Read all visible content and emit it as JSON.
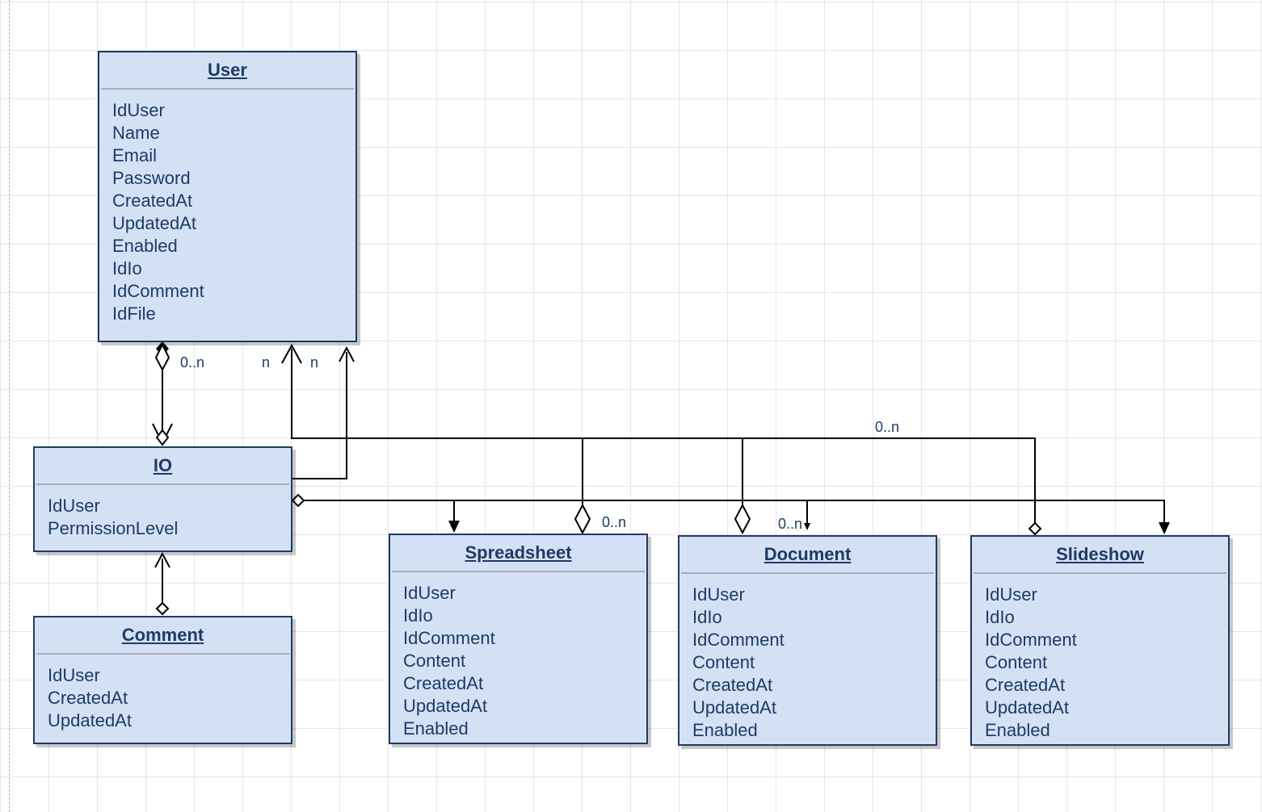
{
  "classes": {
    "user": {
      "name": "User",
      "attributes": [
        "IdUser",
        "Name",
        "Email",
        "Password",
        "CreatedAt",
        "UpdatedAt",
        "Enabled",
        "IdIo",
        "IdComment",
        "IdFile"
      ]
    },
    "io": {
      "name": "IO",
      "attributes": [
        "IdUser",
        "PermissionLevel"
      ]
    },
    "comment": {
      "name": "Comment",
      "attributes": [
        "IdUser",
        "CreatedAt",
        "UpdatedAt"
      ]
    },
    "spreadsheet": {
      "name": "Spreadsheet",
      "attributes": [
        "IdUser",
        "IdIo",
        "IdComment",
        "Content",
        "CreatedAt",
        "UpdatedAt",
        "Enabled"
      ]
    },
    "document": {
      "name": "Document",
      "attributes": [
        "IdUser",
        "IdIo",
        "IdComment",
        "Content",
        "CreatedAt",
        "UpdatedAt",
        "Enabled"
      ]
    },
    "slideshow": {
      "name": "Slideshow",
      "attributes": [
        "IdUser",
        "IdIo",
        "IdComment",
        "Content",
        "CreatedAt",
        "UpdatedAt",
        "Enabled"
      ]
    }
  },
  "multiplicities": {
    "user_io": "0..n",
    "user_left_n": "n",
    "user_right_n": "n",
    "files_user": "0..n",
    "spreadsheet": "0..n",
    "document": "0..n"
  },
  "colors": {
    "class_fill": "#d4e1f5",
    "class_border": "#1f3a64",
    "text": "#1f3a64",
    "connector": "#000000",
    "grid": "#e6e6e6"
  }
}
